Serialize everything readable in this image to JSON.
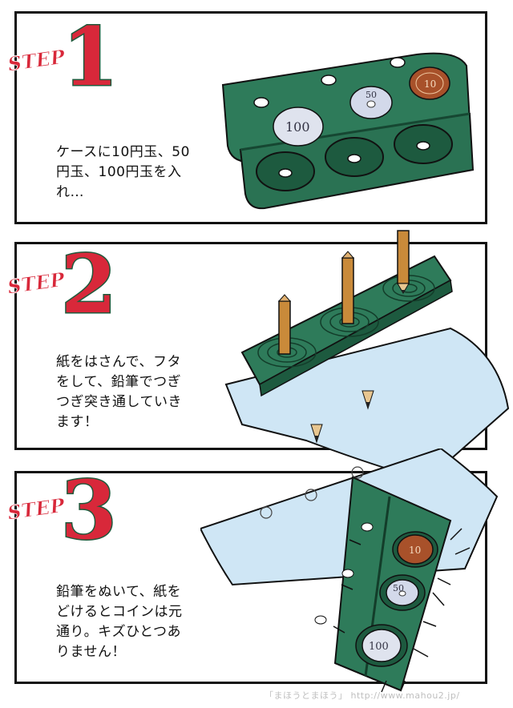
{
  "steps": [
    {
      "label": "STEP",
      "number": "1",
      "text": "ケースに10円玉、50\n円玉、100円玉を入\nれ…",
      "coins": [
        "100",
        "50",
        "10"
      ]
    },
    {
      "label": "STEP",
      "number": "2",
      "text": "紙をはさんで、フタ\nをして、鉛筆でつぎ\nつぎ突き通していき\nます！"
    },
    {
      "label": "STEP",
      "number": "3",
      "text": "鉛筆をぬいて、紙を\nどけるとコインは元\n通り。キズひとつあ\nりません！",
      "coins": [
        "10",
        "50",
        "100"
      ]
    }
  ],
  "footer": "「まほうとまほう」  http://www.mahou2.jp/",
  "colors": {
    "case_green": "#2e7b5a",
    "case_dark": "#1d5a3f",
    "step_red": "#d8283a",
    "paper_blue": "#cfe6f5",
    "copper": "#a8512a",
    "silver": "#d8dde8"
  }
}
